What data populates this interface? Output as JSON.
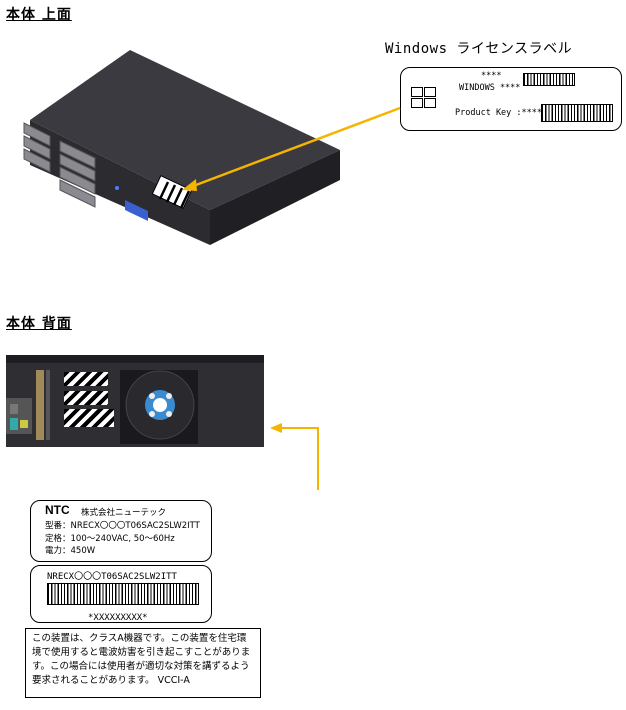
{
  "sections": {
    "top_heading": "本体 上面",
    "back_heading": "本体 背面"
  },
  "windows_label": {
    "title": "Windows ライセンスラベル",
    "stars": "****",
    "windows_text": "WINDOWS ****",
    "product_key_text": "Product Key :****"
  },
  "rating_label": {
    "brand": "NTC",
    "company": "株式会社ニューテック",
    "model": "型番：NRECX〇〇〇T06SAC2SLW2ITT",
    "rating": "定格：100～240VAC, 50～60Hz",
    "power": "電力：450W"
  },
  "serial_label": {
    "model": "NRECX〇〇〇T06SAC2SLW2ITT",
    "serial": "*XXXXXXXXX*"
  },
  "vcci_notice": "この装置は、クラスA機器です。この装置を住宅環境で使用すると電波妨害を引き起こすことがあります。この場合には使用者が適切な対策を講ずるよう要求されることがあります。 VCCI-A",
  "colors": {
    "arrow": "#f5b400",
    "chassis": "#2b2b30",
    "chassis_top": "#3a3a40"
  }
}
